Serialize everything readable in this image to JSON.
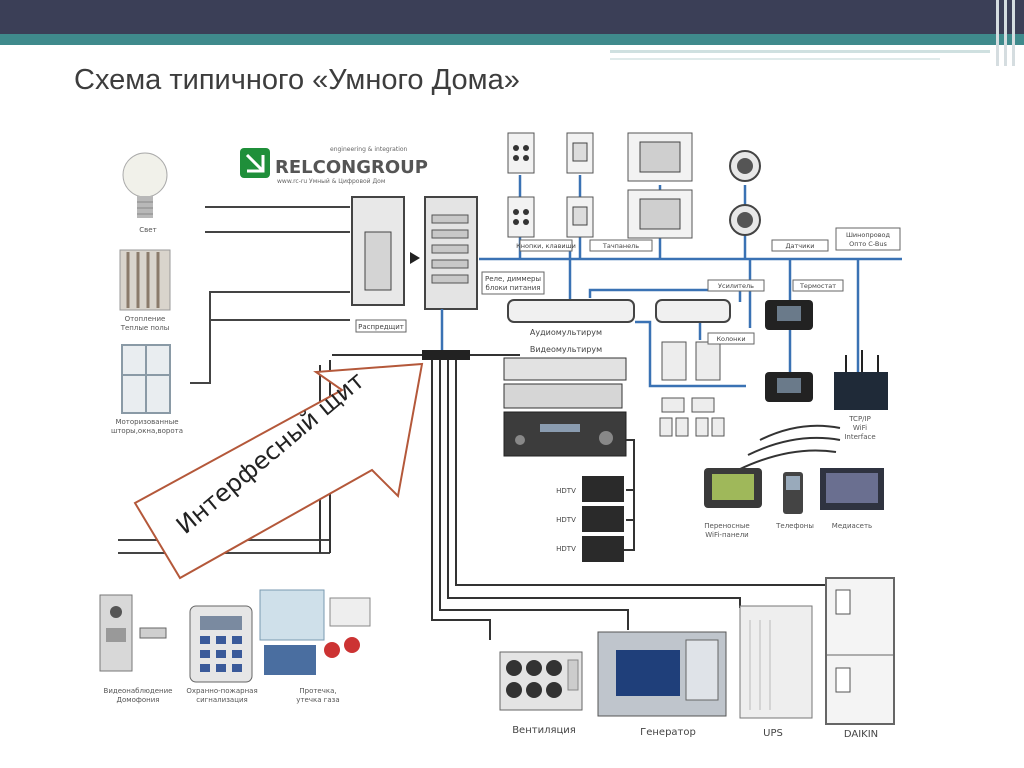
{
  "slide_title": "Схема типичного «Умного Дома»",
  "logo": {
    "name": "RELCONGROUP",
    "tagline_top": "engineering & integration",
    "tagline_bottom": "www.rc-ru Умный & Цифровой Дом"
  },
  "arrow_label": "Интерфесный щит",
  "labels": {
    "light": "Свет",
    "heating": "Отопление\nТеплые полы",
    "motorized": "Моторизованные\nшторы,окна,ворота",
    "distribution": "Распредщит",
    "relay": "Реле, диммеры\nблоки питания",
    "buttons": "Кнопки, клавиши",
    "panel": "Тачпанель",
    "sensors": "Датчики",
    "cbus": "Шинопровод\nОпто C-Bus",
    "amplifier": "Усилитель",
    "thermostat": "Термостат",
    "speakers": "Колонки",
    "audio": "Аудиомультирум",
    "video": "Видеомультирум",
    "wifi": "TCP/IP\nWiFi\nInterface",
    "hdtv1": "HDTV",
    "hdtv2": "HDTV",
    "hdtv3": "HDTV",
    "portable": "Переносные\nWiFi-панели",
    "phones": "Телефоны",
    "mediaset": "Медиасеть",
    "surveillance": "Видеонаблюдение\nДомофония",
    "security": "Охранно-пожарная\nсигнализация",
    "leak": "Протечка,\nутечка газа",
    "ventilation": "Вентиляция",
    "generator": "Генератор",
    "ups": "UPS",
    "daikin": "DAIKIN"
  },
  "colors": {
    "bus": "#3a72b4",
    "arrow_stroke": "#b4583a",
    "header_dark": "#3b3f57",
    "header_teal": "#3f8a8c"
  }
}
